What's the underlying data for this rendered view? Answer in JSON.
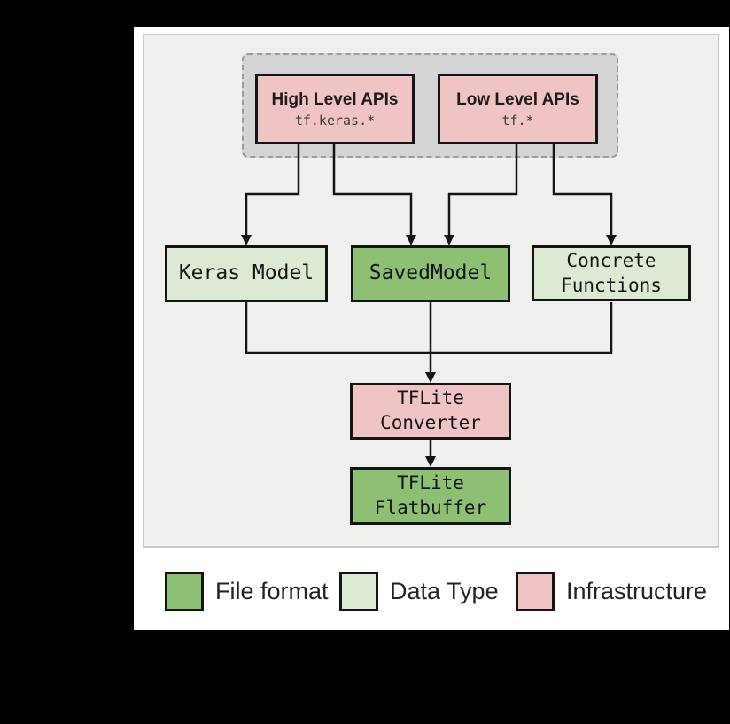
{
  "canvas": {
    "background": "#000000",
    "panel_background": "#f0f0ef"
  },
  "diagram": {
    "api_container": {
      "high_level_apis": {
        "title": "High Level APIs",
        "code": "tf.keras.*"
      },
      "low_level_apis": {
        "title": "Low Level APIs",
        "code": "tf.*"
      }
    },
    "nodes": {
      "keras_model": {
        "label": "Keras Model",
        "type": "data-type"
      },
      "saved_model": {
        "label": "SavedModel",
        "type": "file-format"
      },
      "concrete_functions": {
        "lines": [
          "Concrete",
          "Functions"
        ],
        "type": "data-type"
      },
      "tflite_converter": {
        "lines": [
          "TFLite",
          "Converter"
        ],
        "type": "infrastructure"
      },
      "tflite_flatbuffer": {
        "lines": [
          "TFLite",
          "Flatbuffer"
        ],
        "type": "file-format"
      }
    }
  },
  "legend": {
    "items": [
      {
        "label": "File format",
        "color": "#8dc073"
      },
      {
        "label": "Data Type",
        "color": "#dcead4"
      },
      {
        "label": "Infrastructure",
        "color": "#f0c4c4"
      }
    ]
  }
}
